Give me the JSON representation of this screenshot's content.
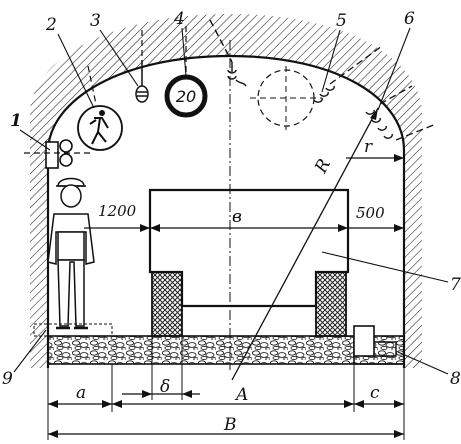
{
  "diagram": {
    "callouts": {
      "c1": "1",
      "c2": "2",
      "c3": "3",
      "c4": "4",
      "c5": "5",
      "c6": "6",
      "c7": "7",
      "c8": "8",
      "c9": "9"
    },
    "sign_number": "20",
    "dimensions": {
      "clearance_left": "1200",
      "clearance_right": "500",
      "gauge_width": "в",
      "radius_big": "R",
      "radius_small": "r",
      "width_a": "a",
      "width_delta": "δ",
      "width_A": "A",
      "width_c": "c",
      "width_B": "B"
    }
  }
}
